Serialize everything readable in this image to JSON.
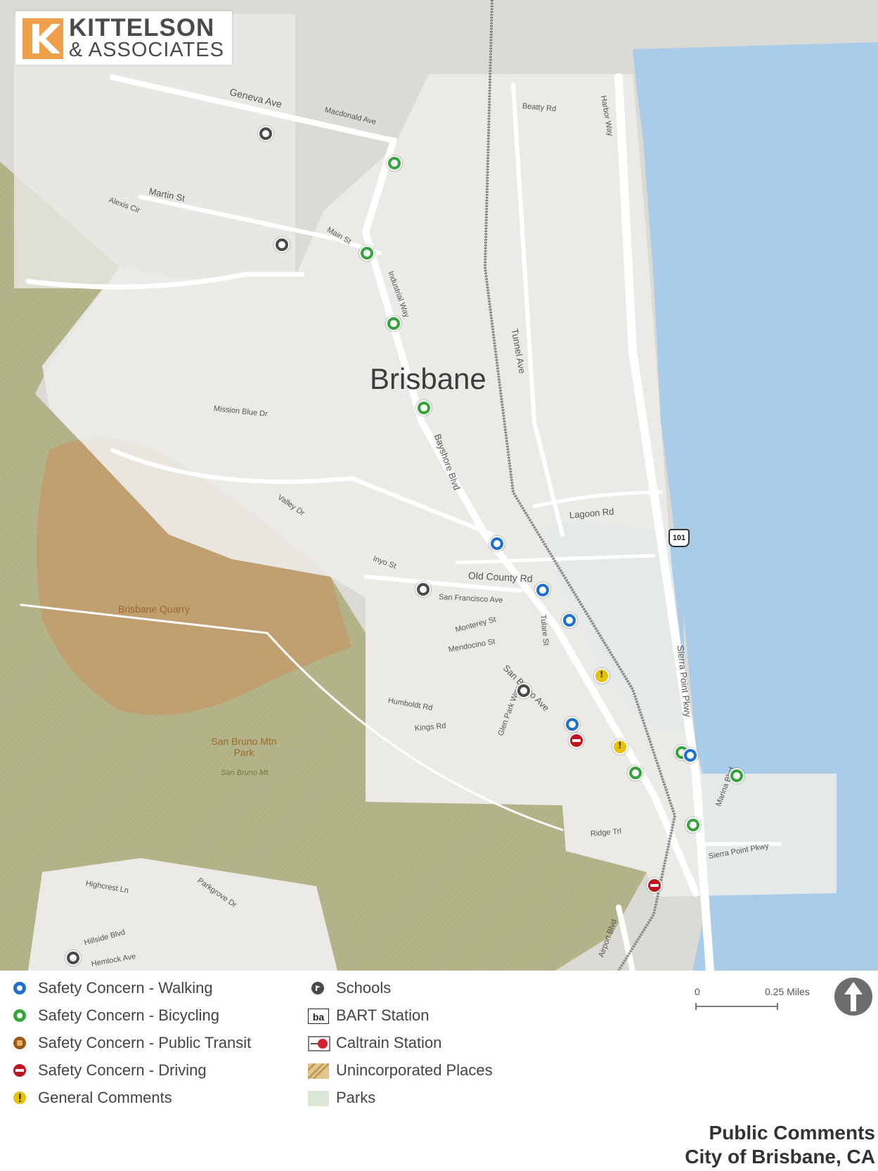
{
  "logo": {
    "line1": "KITTELSON",
    "line2": "& ASSOCIATES"
  },
  "map": {
    "town_label": "Brisbane",
    "highway_shield": "101",
    "streets": [
      {
        "text": "Geneva Ave"
      },
      {
        "text": "Macdonald Ave"
      },
      {
        "text": "Beatty Rd"
      },
      {
        "text": "Martin St"
      },
      {
        "text": "Main St"
      },
      {
        "text": "Industrial Way"
      },
      {
        "text": "Tunnel Ave"
      },
      {
        "text": "Bayshore Blvd"
      },
      {
        "text": "Lagoon Rd"
      },
      {
        "text": "Old County Rd"
      },
      {
        "text": "San Francisco Ave"
      },
      {
        "text": "Sierra Point Pkwy"
      },
      {
        "text": "Valley Dr"
      },
      {
        "text": "Mission Blue Dr"
      },
      {
        "text": "Inyo St"
      },
      {
        "text": "San Bruno Ave"
      },
      {
        "text": "Ridge Trl"
      },
      {
        "text": "Airport Blvd"
      },
      {
        "text": "Hillside Blvd"
      },
      {
        "text": "Hemlock Ave"
      },
      {
        "text": "Parkgrove Dr"
      },
      {
        "text": "Highcrest Ln"
      },
      {
        "text": "Humboldt Rd"
      },
      {
        "text": "Kings Rd"
      },
      {
        "text": "Monterey St"
      },
      {
        "text": "Mendocino St"
      },
      {
        "text": "Tulare St"
      },
      {
        "text": "Harbor Way"
      },
      {
        "text": "Marina Blvd"
      },
      {
        "text": "Sierra Point Pkwy"
      },
      {
        "text": "Glen Park Way"
      },
      {
        "text": "Alexis Cir"
      }
    ],
    "parks": [
      {
        "name": "Brisbane Quarry"
      },
      {
        "name": "San Bruno Mtn Park"
      },
      {
        "name": "San Bruno Mt."
      }
    ]
  },
  "legend": {
    "col1": [
      {
        "label": "Safety Concern - Walking",
        "icon": "walking-icon",
        "color": "#1f6fd1"
      },
      {
        "label": "Safety Concern - Bicycling",
        "icon": "bicycle-icon",
        "color": "#35a43a"
      },
      {
        "label": "Safety Concern - Public Transit",
        "icon": "bus-icon",
        "color": "#9a5a1a"
      },
      {
        "label": "Safety Concern - Driving",
        "icon": "car-icon",
        "color": "#c0141c"
      },
      {
        "label": "General Comments",
        "icon": "exclamation-icon",
        "color": "#e6c200"
      }
    ],
    "col2": [
      {
        "label": "Schools",
        "icon": "school-icon"
      },
      {
        "label": "BART Station",
        "icon": "bart-icon"
      },
      {
        "label": "Caltrain Station",
        "icon": "caltrain-icon"
      },
      {
        "label": "Unincorporated Places",
        "icon": "unincorporated-swatch"
      },
      {
        "label": "Parks",
        "icon": "park-swatch"
      }
    ]
  },
  "scale": {
    "zero": "0",
    "distance": "0.25 Miles"
  },
  "title": {
    "line1": "Public Comments",
    "line2": "City of Brisbane, CA"
  },
  "colors": {
    "water": "#a9cde9",
    "land": "#e8e6e2",
    "park": "#b4b48a",
    "quarry": "#c39a6a",
    "road": "#ffffff"
  }
}
